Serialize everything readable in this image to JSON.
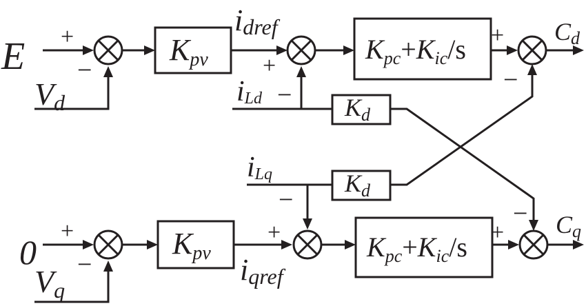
{
  "inputs": {
    "d_ref": "E",
    "d_feedback": {
      "main": "V",
      "sub": "d"
    },
    "q_ref": "0",
    "q_feedback": {
      "main": "V",
      "sub": "q"
    }
  },
  "blocks": {
    "voltage_gain": {
      "main": "K",
      "sub": "pv"
    },
    "current_controller": {
      "k1": "K",
      "s1": "pc",
      "plus": "+",
      "k2": "K",
      "s2": "ic",
      "tail": "/s"
    },
    "decoupling_gain": {
      "main": "K",
      "sub": "d"
    }
  },
  "signals": {
    "i_dref": {
      "main": "i",
      "sub": "dref"
    },
    "i_qref": {
      "main": "i",
      "sub": "qref"
    },
    "i_Ld": {
      "main": "i",
      "sub": "Ld"
    },
    "i_Lq": {
      "main": "i",
      "sub": "Lq"
    }
  },
  "outputs": {
    "C_d": {
      "main": "C",
      "sub": "d"
    },
    "C_q": {
      "main": "C",
      "sub": "q"
    }
  },
  "signs": {
    "plus": "+",
    "minus": "−"
  }
}
